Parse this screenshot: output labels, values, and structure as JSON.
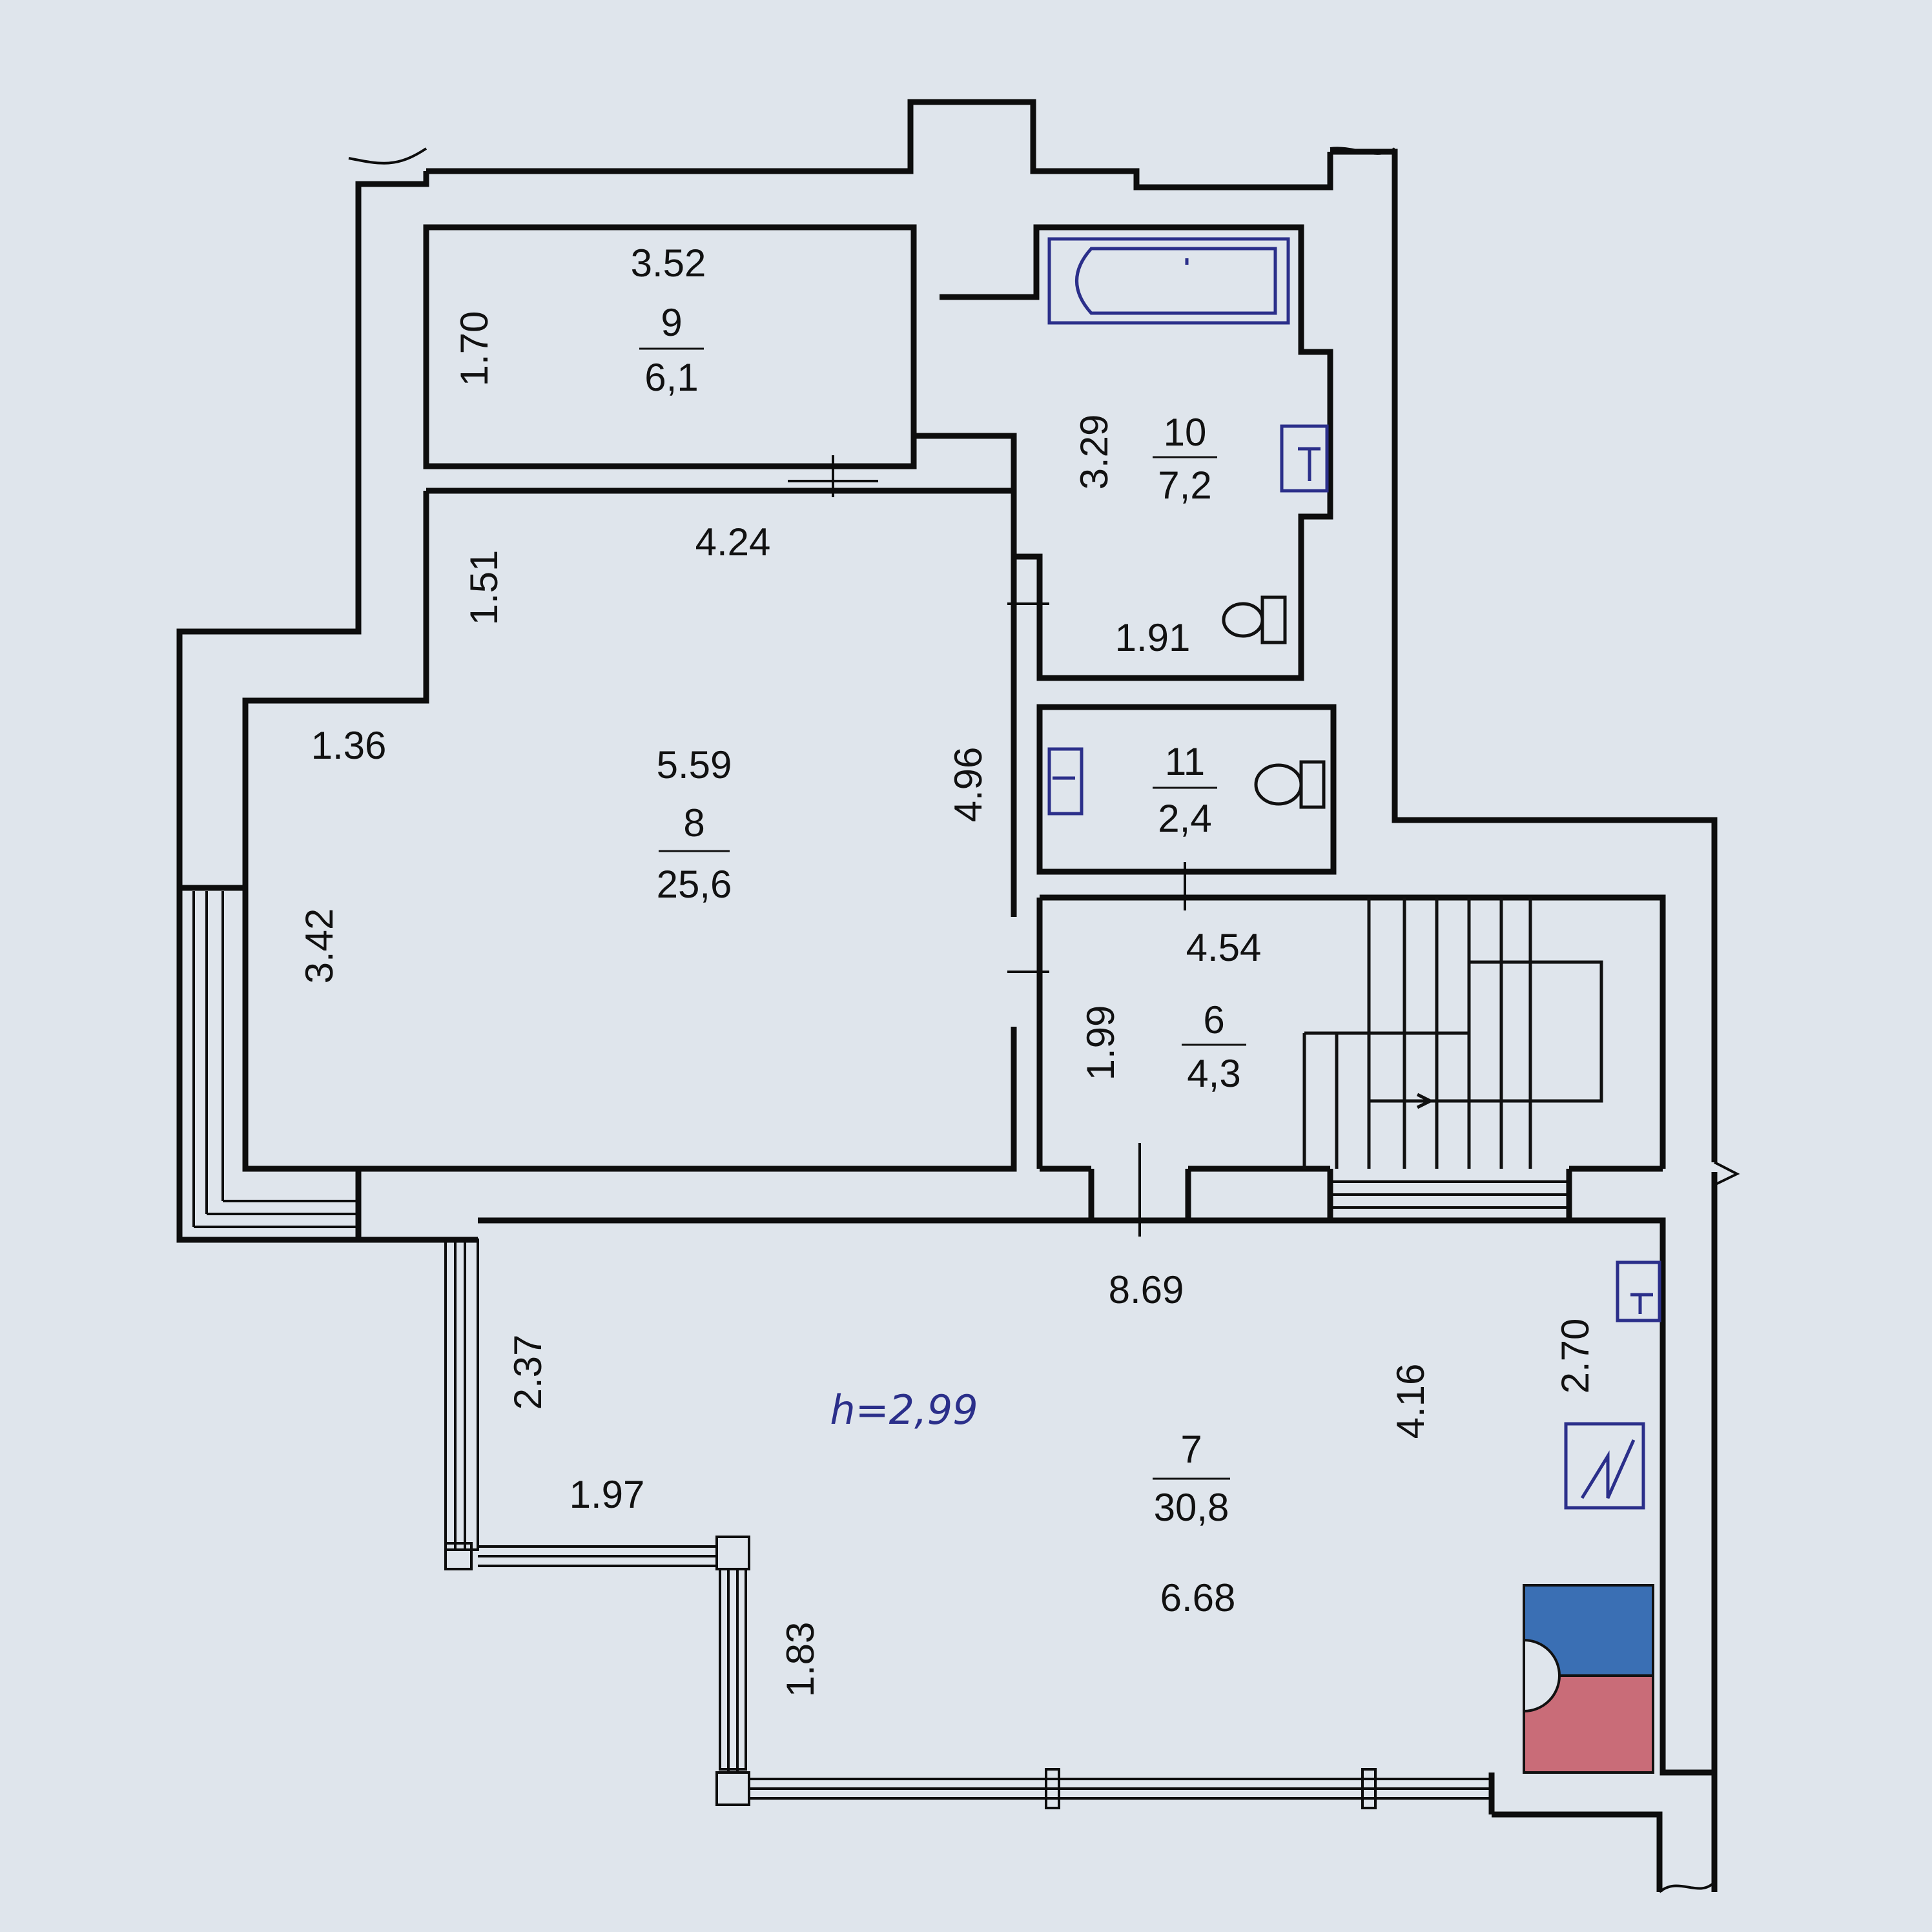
{
  "rooms": {
    "r9": {
      "num": "9",
      "area": "6,1"
    },
    "r10": {
      "num": "10",
      "area": "7,2"
    },
    "r8": {
      "num": "8",
      "area": "25,6"
    },
    "r11": {
      "num": "11",
      "area": "2,4"
    },
    "r6": {
      "num": "6",
      "area": "4,3"
    },
    "r7": {
      "num": "7",
      "area": "30,8"
    }
  },
  "dimensions": {
    "d352": "3.52",
    "d170": "1.70",
    "d424": "4.24",
    "d151": "1.51",
    "d329": "3.29",
    "d191": "1.91",
    "d136": "1.36",
    "d559": "5.59",
    "d496": "4.96",
    "d342": "3.42",
    "d454": "4.54",
    "d199": "1.99",
    "d869": "8.69",
    "d237": "2.37",
    "d197": "1.97",
    "d416": "4.16",
    "d270": "2.70",
    "d183": "1.83",
    "d668": "6.68"
  },
  "ceiling_height": "h=2,99",
  "colors": {
    "paper": "#dfe5ec",
    "wall": "#0d0d0d",
    "blue_fill": "#3a6fb4",
    "red_fill": "#c96c78",
    "pen": "#2b2f8a"
  },
  "icons": [
    "bathtub-icon",
    "sink-icon",
    "toilet-icon",
    "stairs-icon",
    "stove-icon",
    "meter-icon"
  ]
}
